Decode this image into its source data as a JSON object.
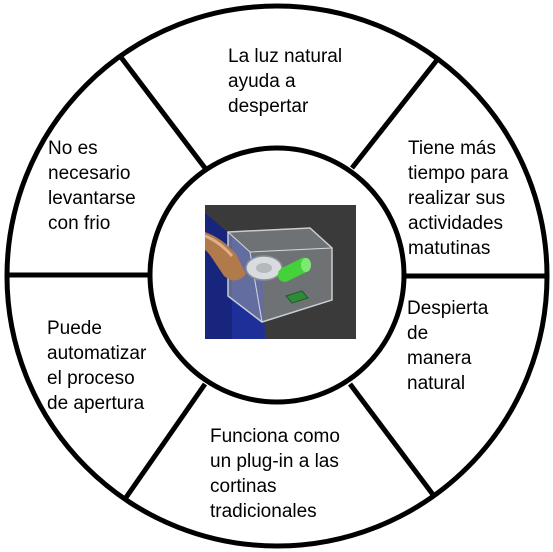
{
  "segments": [
    {
      "id": "top",
      "text": "La luz natural\nayuda a\ndespertar"
    },
    {
      "id": "top-right",
      "text": "Tiene más\ntiempo para\nrealizar sus\nactividades\nmatutinas"
    },
    {
      "id": "bottom-right",
      "text": "Despierta\nde\nmanera\nnatural"
    },
    {
      "id": "bottom",
      "text": "Funciona como\nun plug-in a las\ncortinas\ntradicionales"
    },
    {
      "id": "bottom-left",
      "text": "Puede\nautomatizar\nel proceso\nde apertura"
    },
    {
      "id": "top-left",
      "text": "No es\nnecesario\nlevantarse\ncon frio"
    }
  ],
  "center_image": {
    "icon": "curtain-motor-device-render",
    "colors": {
      "background": "#3a3a3a",
      "panel": "#1f2f9a",
      "pipe": "#b07a4a",
      "housing": "#c0c4c8",
      "accent": "#44d23a"
    }
  }
}
